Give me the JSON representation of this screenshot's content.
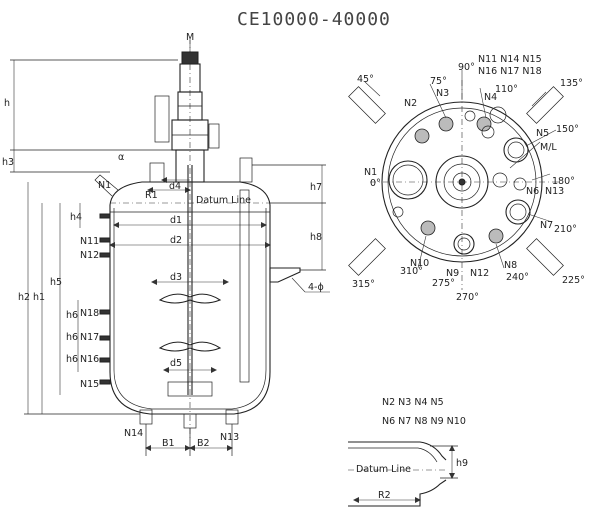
{
  "title": "CE10000-40000",
  "elevation": {
    "motor_label": "M",
    "nozzle_labels": [
      "N1",
      "N11",
      "N12",
      "N15",
      "N14",
      "N13",
      "N16",
      "N17",
      "N18"
    ],
    "dim_labels": {
      "h": "h",
      "h3": "h3",
      "h2": "h2",
      "h1": "h1",
      "h5": "h5",
      "h4": "h4",
      "h6a": "h6",
      "h6b": "h6",
      "h6c": "h6",
      "h7": "h7",
      "h8": "h8",
      "r1": "R1",
      "d4": "d4",
      "datum": "Datum Line",
      "d1": "d1",
      "d2": "d2",
      "d3": "d3",
      "d5": "d5",
      "b1": "B1",
      "b2": "B2",
      "holes": "4-ϕ",
      "alpha": "α"
    }
  },
  "plan": {
    "angles": [
      "45°",
      "75°",
      "90°",
      "110°",
      "135°",
      "150°",
      "0°",
      "180°",
      "210°",
      "225°",
      "240°",
      "270°",
      "275°",
      "310°",
      "315°"
    ],
    "nozzles": [
      "N2",
      "N3",
      "N4",
      "N5",
      "N1",
      "N6",
      "N13",
      "N7",
      "N8",
      "N9",
      "N12",
      "N10"
    ],
    "top_group": [
      "N11 N14 N15",
      "N16 N17 N18"
    ],
    "ml": "M/L"
  },
  "detail": {
    "line1": "N2 N3 N4 N5",
    "line2": "N6 N7 N8 N9 N10",
    "datum": "Datum Line",
    "h9": "h9",
    "r2": "R2"
  }
}
